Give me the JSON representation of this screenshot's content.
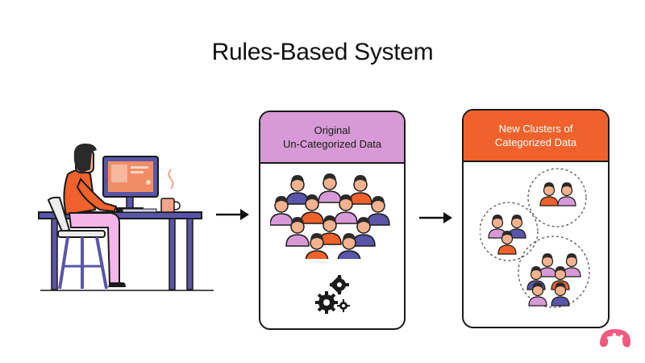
{
  "title": "Rules-Based System",
  "original_box": {
    "line1": "Original",
    "line2": "Un-Categorized Data",
    "header_color": "#d79ad6"
  },
  "clusters_box": {
    "line1": "New Clusters of",
    "line2": "Categorized Data",
    "header_color": "#f0612c"
  },
  "icons": [
    "person-at-computer-illustration",
    "arrow-right-icon",
    "people-crowd-icon",
    "gears-icon",
    "people-cluster-icon",
    "brand-logo"
  ],
  "colors": {
    "accent_orange": "#f0612c",
    "accent_pink": "#d79ad6",
    "desk_purple": "#5a55a8"
  }
}
